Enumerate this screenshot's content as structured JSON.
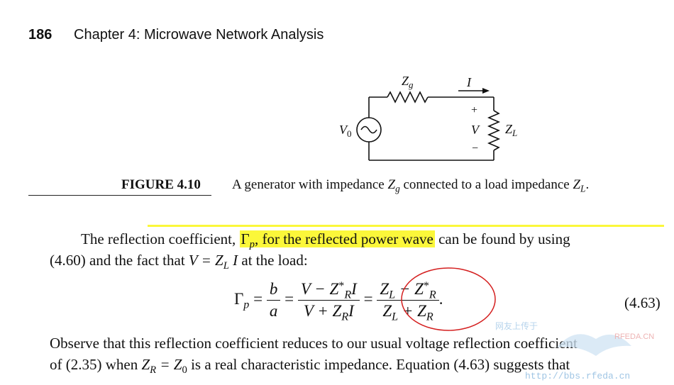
{
  "header": {
    "page_number": "186",
    "chapter_title": "Chapter 4:  Microwave Network Analysis"
  },
  "figure": {
    "label": "FIGURE 4.10",
    "caption_prefix": "A generator with impedance",
    "caption_zg": "Z",
    "caption_zg_sub": "g",
    "caption_middle": "connected to a load impedance",
    "caption_zl": "Z",
    "caption_zl_sub": "L",
    "caption_end": ".",
    "circuit": {
      "zg_label": "Z",
      "zg_sub": "g",
      "current_label": "I",
      "source_label": "V",
      "source_sub": "0",
      "plus": "+",
      "minus": "−",
      "voltage_label": "V",
      "zl_label": "Z",
      "zl_sub": "L"
    }
  },
  "paragraph1": {
    "line1_start": "The reflection coefficient,",
    "gamma": "Γ",
    "gamma_sub": "p",
    "line1_highlight_rest": ", for the reflected power wave",
    "line1_end": "can be found by using",
    "line2": "(4.60) and the fact that",
    "line2_math": "V = Z",
    "line2_math_sub": "L",
    "line2_math_end": "I",
    "line2_end": "at the load:"
  },
  "equation": {
    "lhs": "Γ",
    "lhs_sub": "p",
    "eq": "=",
    "f1_num": "b",
    "f1_den": "a",
    "f2_num_a": "V − Z",
    "f2_num_sup": "*",
    "f2_num_sub": "R",
    "f2_num_b": "I",
    "f2_den_a": "V + Z",
    "f2_den_sub": "R",
    "f2_den_b": "I",
    "f3_num_a": "Z",
    "f3_num_sub1": "L",
    "f3_num_op": " − Z",
    "f3_num_sup": "*",
    "f3_num_sub2": "R",
    "f3_den_a": "Z",
    "f3_den_sub1": "L",
    "f3_den_op": " + Z",
    "f3_den_sub2": "R",
    "period": ".",
    "number": "(4.63)"
  },
  "paragraph2": {
    "line1": "Observe that this reflection coefficient reduces to our usual voltage reflection coefficient",
    "line2_start": "of (2.35) when",
    "line2_math_a": "Z",
    "line2_math_sub_a": "R",
    "line2_math_eq": " = Z",
    "line2_math_sub_b": "0",
    "line2_end": "is a real characteristic impedance. Equation (4.63) suggests that"
  },
  "watermark": {
    "text_top": "网友上传于",
    "brand": "RFEDA.CN",
    "url": "http://bbs.rfeda.cn"
  },
  "colors": {
    "highlight": "#fbf73a",
    "annotation_circle": "#d41f1f",
    "watermark": "#9fc6e6"
  }
}
